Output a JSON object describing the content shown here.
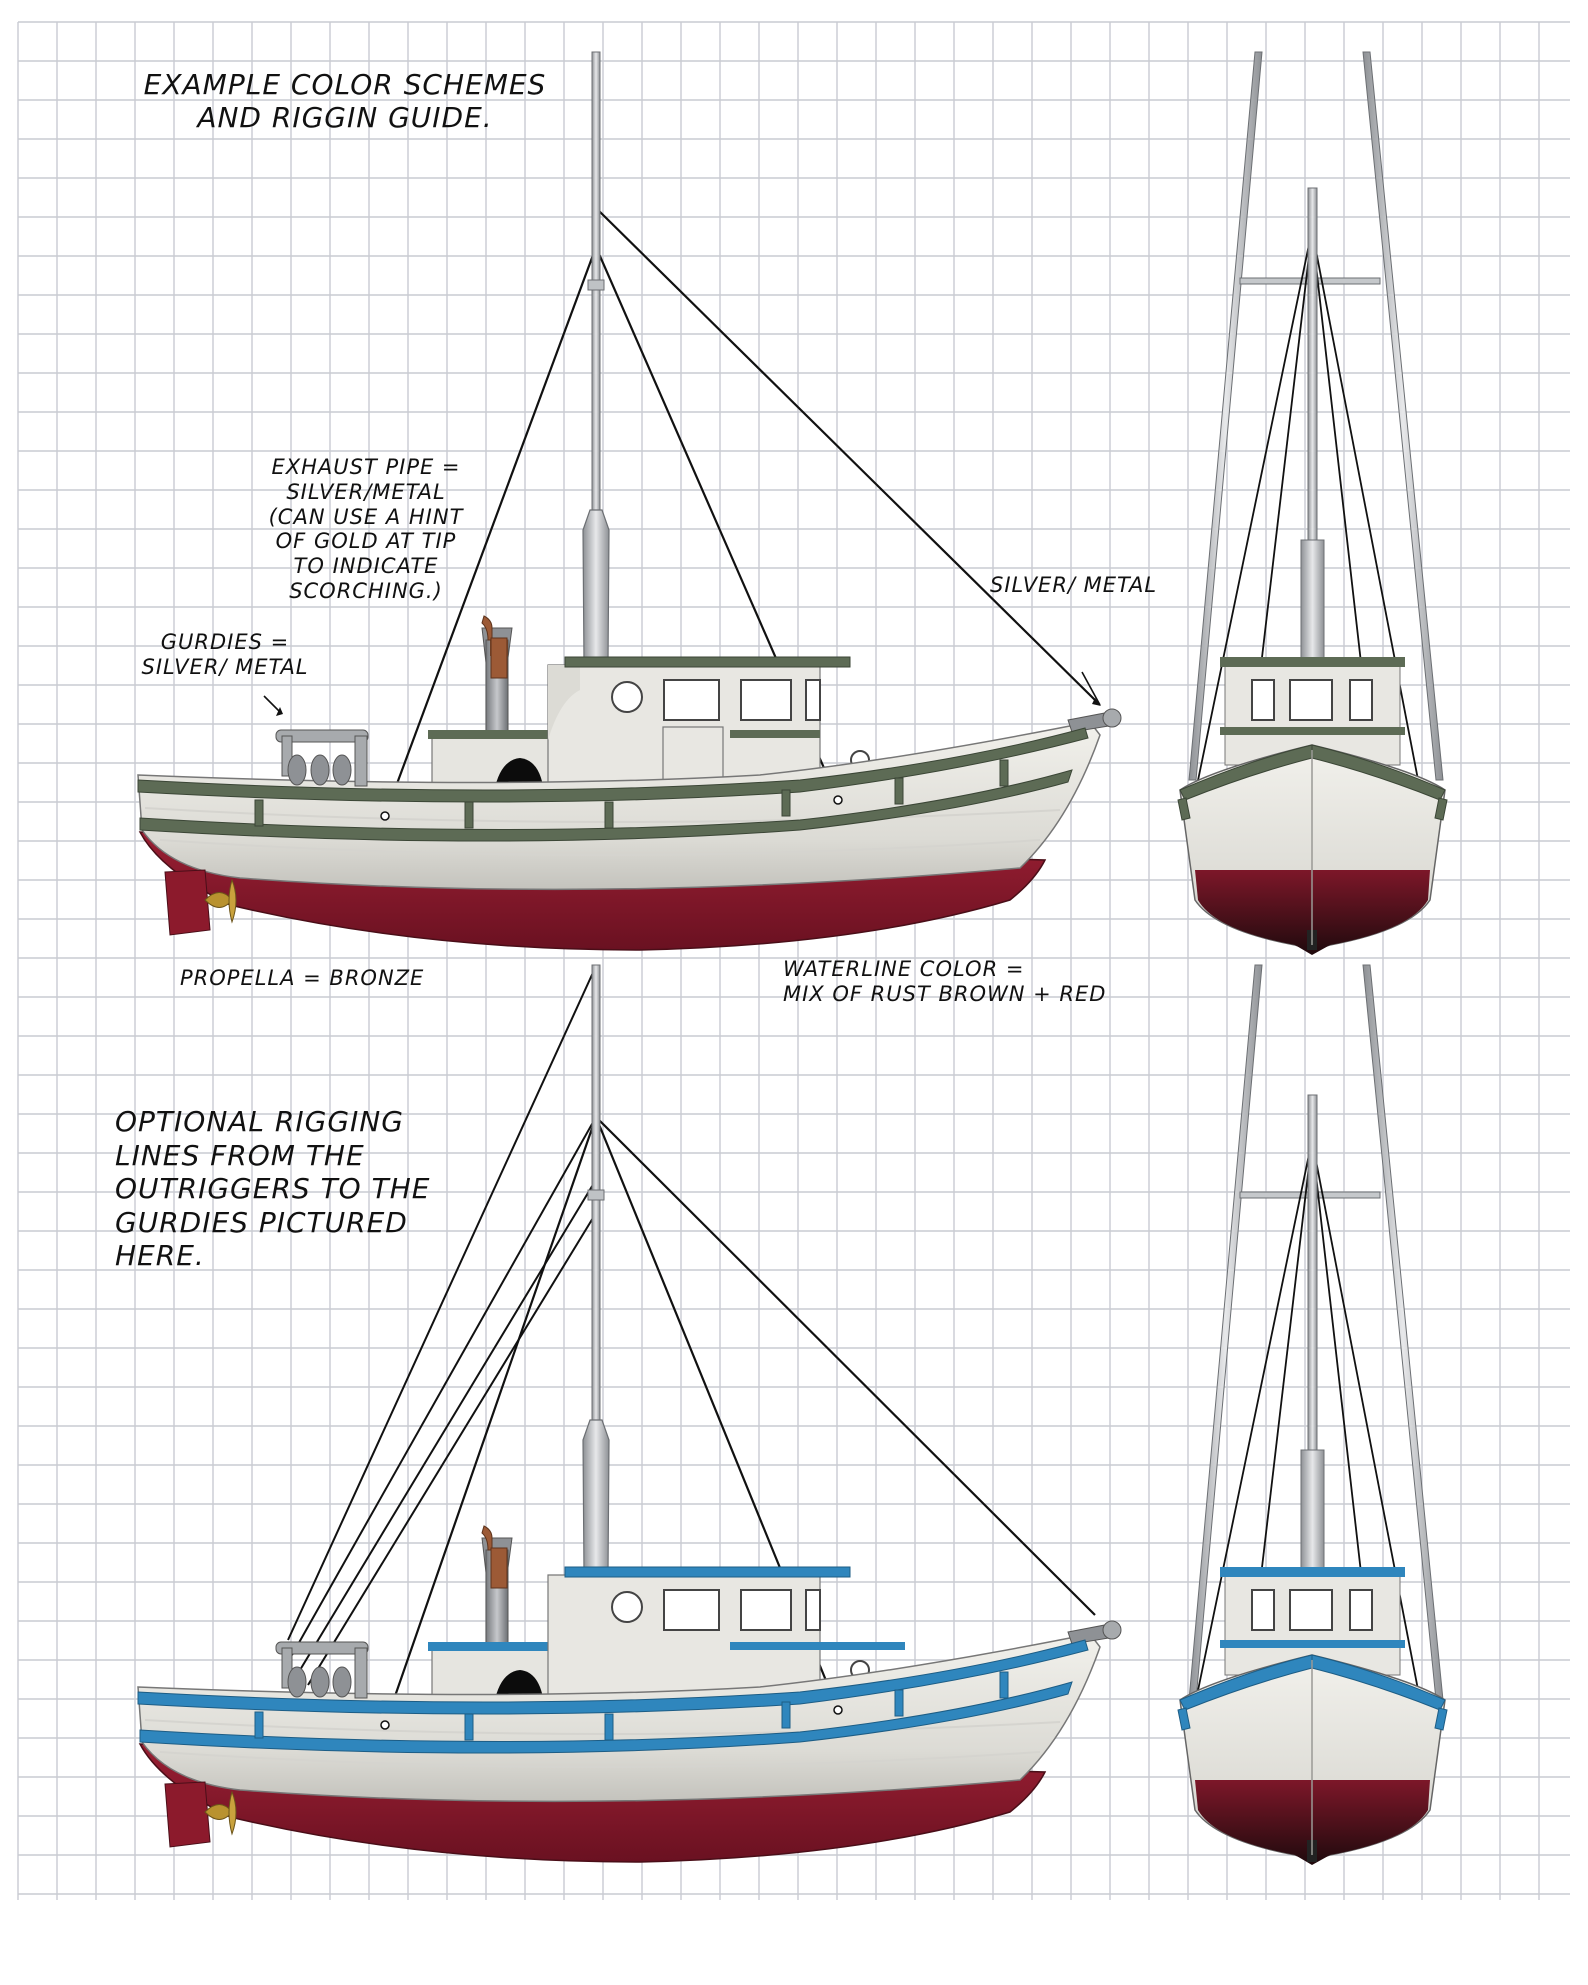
{
  "colors": {
    "grid": "#c9cbd2",
    "hull_white": "#e9e8e3",
    "hull_shadow": "#bfbeb8",
    "bottom_red": "#8c1a2c",
    "bottom_dark": "#4a0e18",
    "trim_green": "#5d6b55",
    "trim_blue": "#2f86bd",
    "metal": "#a7aaad",
    "copper": "#9c5a36",
    "bronze": "#b9922f",
    "rigging": "#111111"
  },
  "notes": {
    "title": "EXAMPLE COLOR SCHEMES\nAND RIGGIN GUIDE.",
    "exhaust": "EXHAUST PIPE =\nSILVER/METAL\n(CAN USE A HINT\nOF GOLD AT TIP\nTO INDICATE\nSCORCHING.)",
    "gurdies": "GURDIES =\nSILVER/ METAL",
    "bow_metal": "SILVER/ METAL",
    "propeller": "PROPELLA = BRONZE",
    "waterline": "WATERLINE COLOR =\nMIX OF RUST BROWN + RED",
    "optional": "OPTIONAL RIGGING\nLINES FROM THE\nOUTRIGGERS TO THE\nGURDIES PICTURED\nHERE."
  },
  "boats": [
    {
      "scheme": "green-trim",
      "optional_rigging": false
    },
    {
      "scheme": "blue-trim",
      "optional_rigging": true
    }
  ]
}
